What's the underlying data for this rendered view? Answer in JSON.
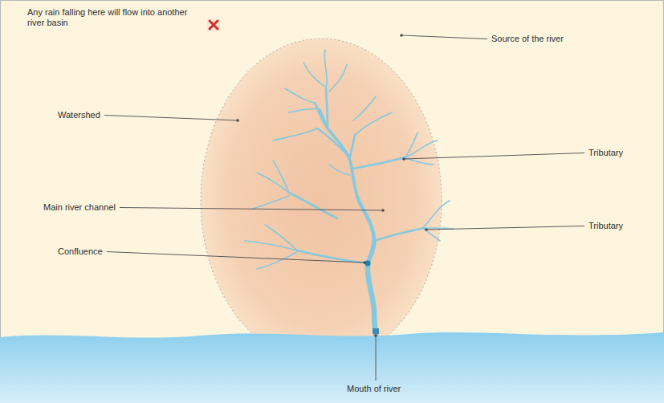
{
  "diagram": {
    "labels": [
      "Any rain falling here will flow into another river basin",
      "Source of the river",
      "Watershed",
      "Tributary",
      "Main river channel",
      "Tributary",
      "Confluence",
      "Mouth of river"
    ]
  }
}
